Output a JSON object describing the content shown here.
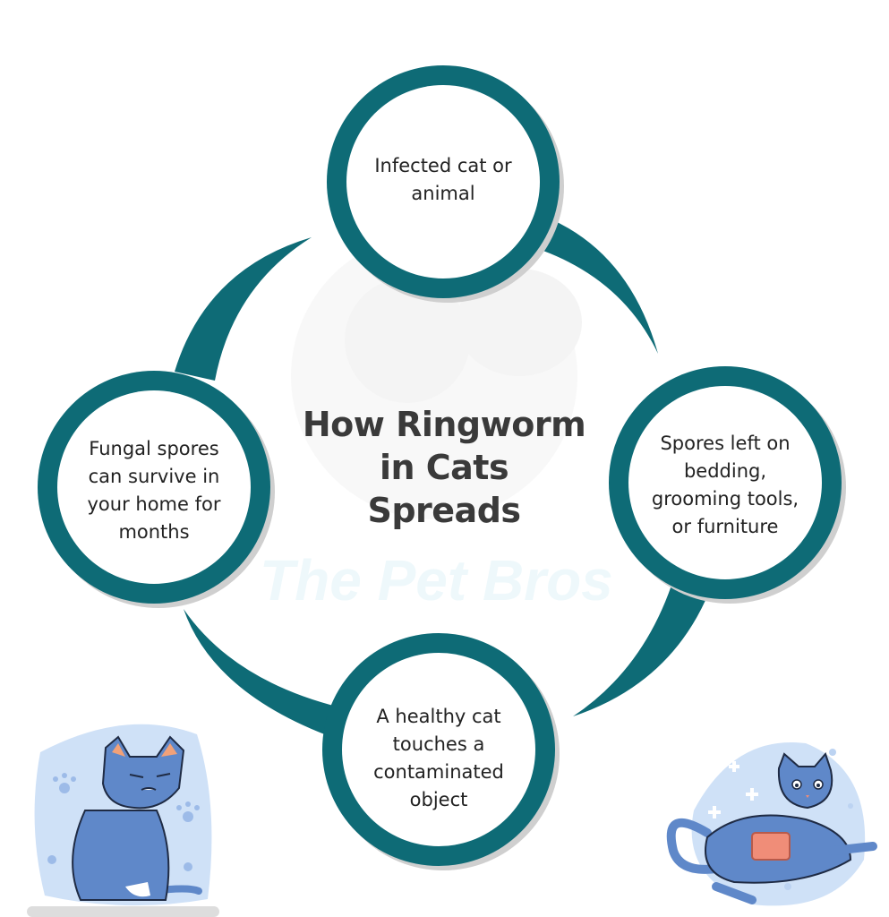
{
  "title_lines": [
    "How Ringworm",
    "in Cats",
    "Spreads"
  ],
  "watermark": "The Pet Bros",
  "nodes": [
    {
      "lines": [
        "Infected cat or",
        "animal"
      ]
    },
    {
      "lines": [
        "Spores left on",
        "bedding,",
        "grooming tools,",
        "or furniture"
      ]
    },
    {
      "lines": [
        "A healthy cat",
        "touches a",
        "contaminated",
        "object"
      ]
    },
    {
      "lines": [
        "Fungal spores",
        "can survive in",
        "your home for",
        "months"
      ]
    }
  ],
  "colors": {
    "ring": "#0e6b76",
    "ring_shadow": "#cccccc",
    "cat_body": "#5f88c9",
    "cat_blob": "#cfe1f7",
    "title": "#3a3a3a"
  },
  "icons": [
    "paw-print-icon",
    "plus-icon",
    "sparkle-icon"
  ]
}
